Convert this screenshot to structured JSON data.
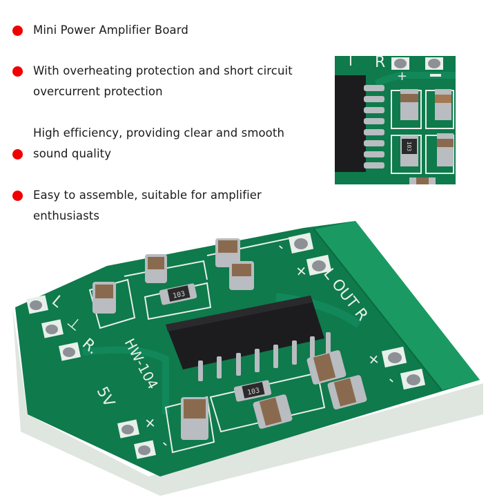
{
  "features": [
    {
      "text": "Mini Power Amplifier Board"
    },
    {
      "text": "With overheating protection and short circuit overcurrent protection"
    },
    {
      "text": "High efficiency, providing clear and smooth sound quality"
    },
    {
      "text": "Easy to assemble, suitable for amplifier enthusiasts"
    }
  ],
  "colors": {
    "bullet": "#f00000",
    "text": "#1a1a1a",
    "pcb_green": "#0f7a4c",
    "silkscreen": "#e8f0ea",
    "chip": "#1c1c1e",
    "solder": "#b9bcc0",
    "capacitor": "#8a6a4e"
  },
  "product_image": {
    "board_model": "HW-104",
    "silkscreen_labels": {
      "left_input": [
        "L",
        "⊥",
        "R."
      ],
      "power": [
        "5V",
        "+",
        "-"
      ],
      "output": [
        "L OUT R",
        "+",
        "-",
        "+",
        "-"
      ]
    },
    "resistor_marking": "103"
  },
  "inset_image": {
    "silkscreen_labels": [
      "I",
      "R",
      "+",
      "-"
    ],
    "resistor_marking": "103"
  }
}
